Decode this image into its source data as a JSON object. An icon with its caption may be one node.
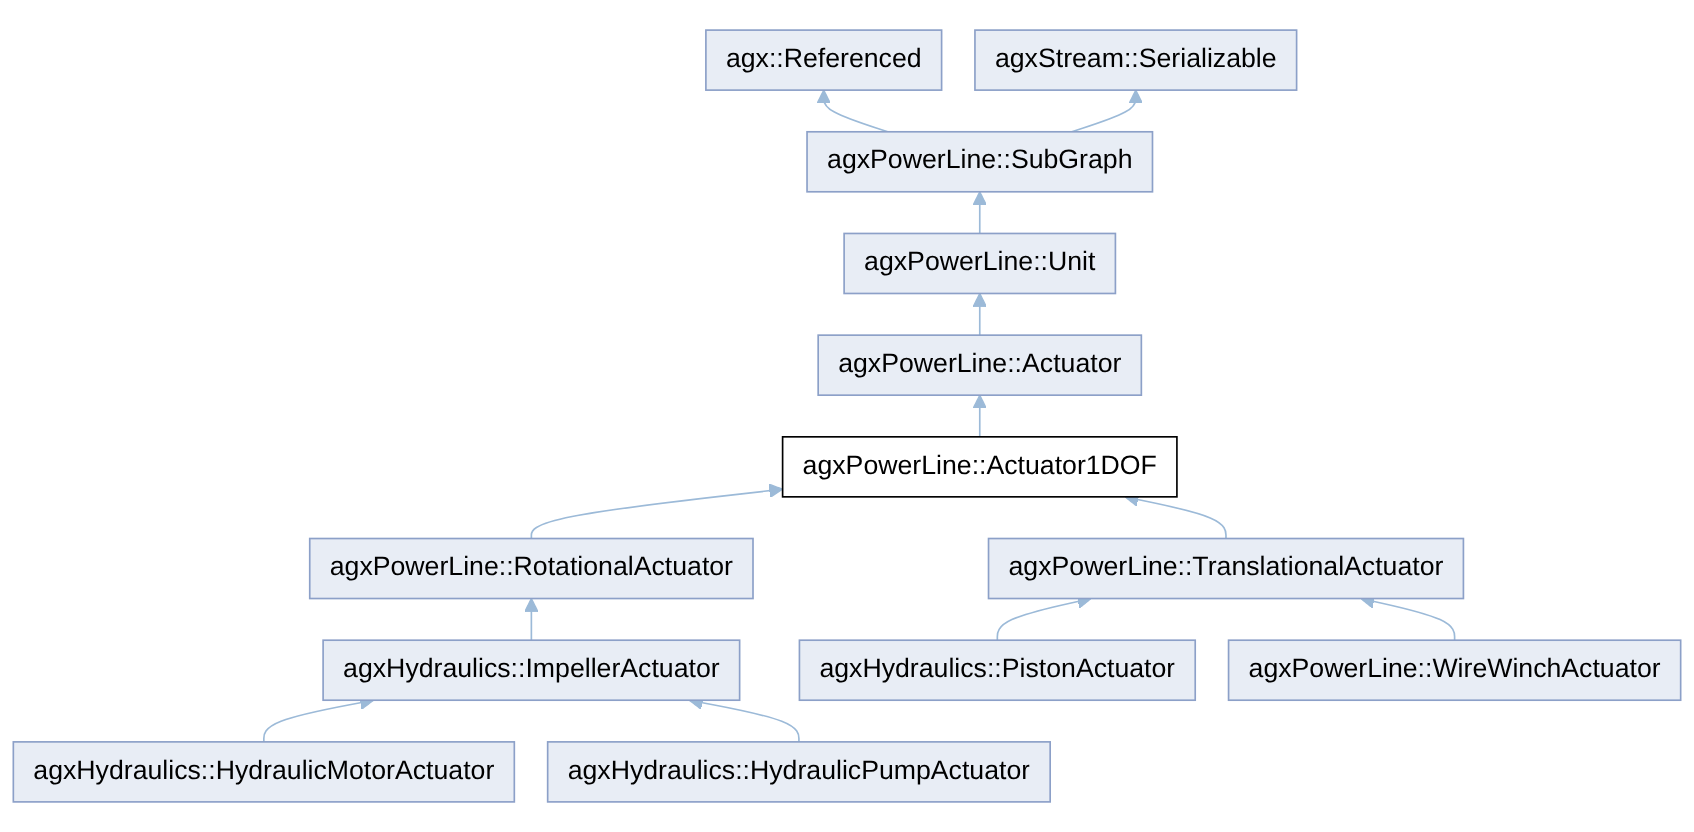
{
  "diagram": {
    "nodes": [
      {
        "text": [
          "agx::Referenced"
        ]
      },
      {
        "text": [
          "agxStream::Serializable"
        ]
      },
      {
        "text": [
          "agxPowerLine::SubGraph"
        ]
      },
      {
        "text": [
          "agxPowerLine::Unit"
        ]
      },
      {
        "text": [
          "agxPowerLine::Actuator"
        ]
      },
      {
        "text": [
          "agxPowerLine::Actuator1DOF"
        ]
      },
      {
        "text": [
          "agxPowerLine::RotationalActuator"
        ]
      },
      {
        "text": [
          "agxPowerLine::TranslationalActuator"
        ]
      },
      {
        "text": [
          "agxHydraulics::ImpellerActuator"
        ]
      },
      {
        "text": [
          "agxHydraulics::PistonActuator"
        ]
      },
      {
        "text": [
          "agxPowerLine::WireWinchActuator"
        ]
      },
      {
        "text": [
          "agxHydraulics::HydraulicMotorActuator"
        ]
      },
      {
        "text": [
          "agxHydraulics::HydraulicPumpActuator"
        ]
      }
    ],
    "edges": [
      {
        "from": 2,
        "to": 0,
        "arrow": "to"
      },
      {
        "from": 2,
        "to": 1,
        "arrow": "to"
      },
      {
        "from": 3,
        "to": 2,
        "arrow": "to"
      },
      {
        "from": 4,
        "to": 3,
        "arrow": "to"
      },
      {
        "from": 5,
        "to": 4,
        "arrow": "to"
      },
      {
        "from": 6,
        "to": 5,
        "arrow": "to"
      },
      {
        "from": 7,
        "to": 5,
        "arrow": "to"
      },
      {
        "from": 8,
        "to": 6,
        "arrow": "to"
      },
      {
        "from": 9,
        "to": 7,
        "arrow": "to"
      },
      {
        "from": 10,
        "to": 7,
        "arrow": "to"
      },
      {
        "from": 11,
        "to": 8,
        "arrow": "to"
      },
      {
        "from": 12,
        "to": 8,
        "arrow": "to"
      }
    ]
  }
}
